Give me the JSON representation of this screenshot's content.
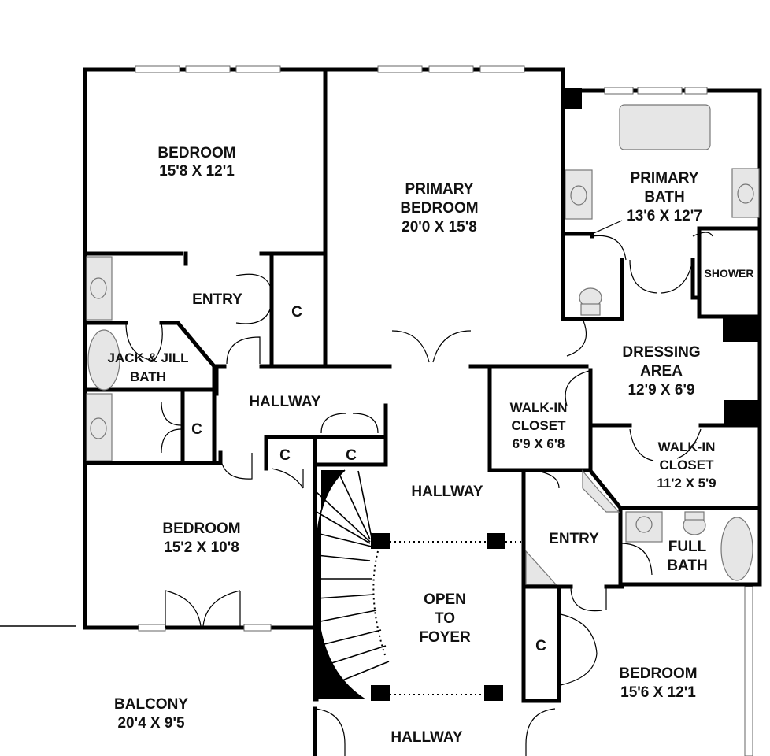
{
  "rooms": {
    "bedroom_nw": {
      "name": "BEDROOM",
      "dims": "15'8 X 12'1"
    },
    "primary_bedroom": {
      "name1": "PRIMARY",
      "name2": "BEDROOM",
      "dims": "20'0 X 15'8"
    },
    "primary_bath": {
      "name1": "PRIMARY",
      "name2": "BATH",
      "dims": "13'6 X 12'7"
    },
    "shower": {
      "name": "SHOWER"
    },
    "entry_nw": {
      "name": "ENTRY"
    },
    "closet_entry": {
      "name": "C"
    },
    "jack_jill": {
      "name1": "JACK & JILL",
      "name2": "BATH"
    },
    "closet_jj": {
      "name": "C"
    },
    "hallway_w": {
      "name": "HALLWAY"
    },
    "closet_hall_1": {
      "name": "C"
    },
    "closet_hall_2": {
      "name": "C"
    },
    "dressing": {
      "name1": "DRESSING",
      "name2": "AREA",
      "dims": "12'9 X 6'9"
    },
    "walkin_1": {
      "name1": "WALK-IN",
      "name2": "CLOSET",
      "dims": "6'9 X 6'8"
    },
    "walkin_2": {
      "name1": "WALK-IN",
      "name2": "CLOSET",
      "dims": "11'2 X 5'9"
    },
    "hallway_c": {
      "name": "HALLWAY"
    },
    "bedroom_sw": {
      "name": "BEDROOM",
      "dims": "15'2 X 10'8"
    },
    "entry_se": {
      "name": "ENTRY"
    },
    "full_bath": {
      "name1": "FULL",
      "name2": "BATH"
    },
    "open_foyer": {
      "name1": "OPEN",
      "name2": "TO",
      "name3": "FOYER"
    },
    "closet_se": {
      "name": "C"
    },
    "bedroom_se": {
      "name": "BEDROOM",
      "dims": "15'6 X 12'1"
    },
    "balcony": {
      "name": "BALCONY",
      "dims": "20'4 X 9'5"
    },
    "hallway_s": {
      "name": "HALLWAY"
    }
  },
  "colors": {
    "wall": "#000000",
    "fixture": "#e6e6e6",
    "background": "#ffffff"
  }
}
